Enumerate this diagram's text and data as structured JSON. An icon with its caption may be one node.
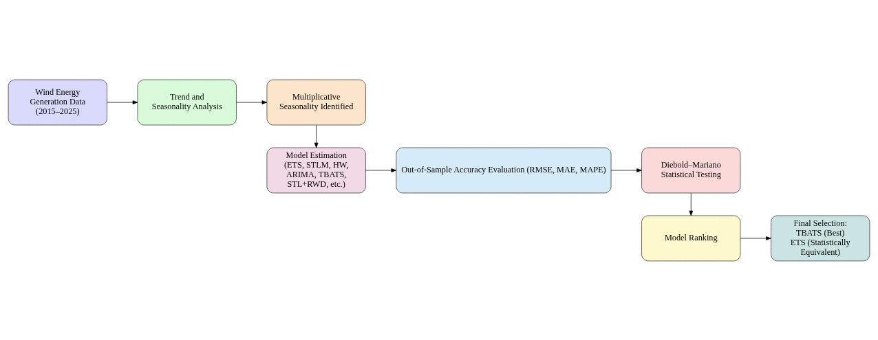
{
  "diagram": {
    "nodes": [
      {
        "text": [
          "Wind Energy Generation Data (2015–2025)"
        ]
      },
      {
        "text": [
          "Trend and Seasonality Analysis"
        ]
      },
      {
        "text": [
          "Multiplicative Seasonality Identified"
        ]
      },
      {
        "text": [
          "Model Estimation (ETS, STLM, HW, ARIMA, TBATS, STL+RWD, etc.)"
        ]
      },
      {
        "text": [
          "Out-of-Sample Accuracy Evaluation (RMSE, MAE, MAPE)"
        ]
      },
      {
        "text": [
          "Diebold–Mariano Statistical Testing"
        ]
      },
      {
        "text": [
          "Model Ranking"
        ]
      },
      {
        "text": [
          "Final Selection: TBATS (Best) ETS (Statistically Equivalent)"
        ]
      }
    ],
    "edges": [
      {
        "from": 0,
        "to": 1,
        "arrow": "to"
      },
      {
        "from": 1,
        "to": 2,
        "arrow": "to"
      },
      {
        "from": 2,
        "to": 3,
        "arrow": "to"
      },
      {
        "from": 3,
        "to": 4,
        "arrow": "to"
      },
      {
        "from": 4,
        "to": 5,
        "arrow": "to"
      },
      {
        "from": 5,
        "to": 6,
        "arrow": "to"
      },
      {
        "from": 6,
        "to": 7,
        "arrow": "to"
      }
    ]
  }
}
